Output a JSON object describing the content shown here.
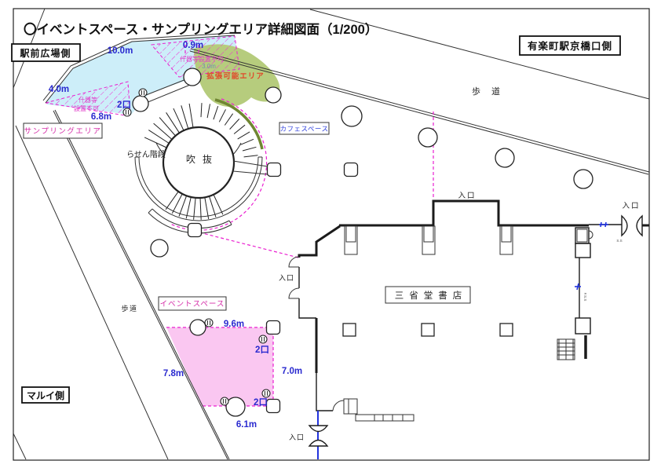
{
  "title": "〇イベントスペース・サンプリングエリア詳細図面（1/200）",
  "scale": "1/200",
  "boundaries": {
    "plaza": "駅前広場側",
    "station_exit": "有楽町駅京橋口側",
    "marui": "マルイ側"
  },
  "areas": {
    "sampling": "サンプリングエリア",
    "event": "イベントスペース",
    "cafe": "カフェスペース",
    "expandable": "拡張可能エリア",
    "bookstore": "三省堂書店"
  },
  "features": {
    "atrium": "吹抜",
    "spiral_staircase": "らせん階段",
    "sidewalk": "歩道",
    "entrance": "入口"
  },
  "notes": {
    "no_fixtures": "什器等設置不可",
    "no_fixtures_line1": "什器等",
    "no_fixtures_line2": "設置不可",
    "ss": "S.S",
    "fss": "F.S.S"
  },
  "dimensions": {
    "sampling_top": "10.0m",
    "sampling_top_right": "0.9m",
    "sampling_left": "4.0m",
    "sampling_bottom": "6.8m",
    "sampling_outlets": "2口",
    "expandable_width": "3.0m",
    "event_top": "9.6m",
    "event_left": "7.8m",
    "event_right": "7.0m",
    "event_bottom": "6.1m",
    "event_outlets_top": "2口",
    "event_outlets_bottom": "2口"
  },
  "colors": {
    "dimension_blue": "#2929cf",
    "area_label_magenta": "#d52ca8",
    "hatch_magenta": "#ea1fd0",
    "expandable_red": "#e0492a",
    "sampling_fill": "#cdeef9",
    "expandable_fill": "#b6cc7d",
    "event_fill": "#fac7f1"
  }
}
